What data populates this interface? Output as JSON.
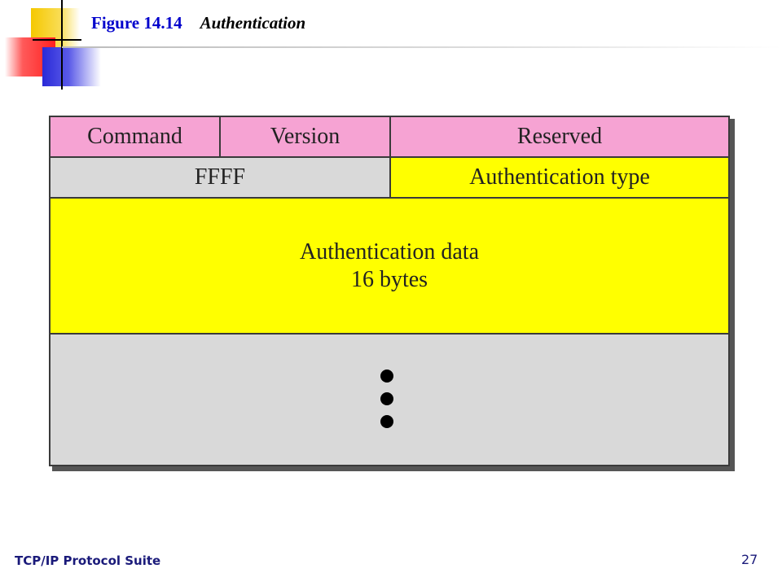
{
  "header": {
    "figure_number": "Figure 14.14",
    "figure_title": "Authentication"
  },
  "diagram": {
    "row1": [
      "Command",
      "Version",
      "Reserved"
    ],
    "row2": [
      "FFFF",
      "Authentication type"
    ],
    "row3_line1": "Authentication data",
    "row3_line2": "16 bytes"
  },
  "footer": {
    "text": "TCP/IP Protocol Suite",
    "page_number": "27"
  },
  "colors": {
    "pink": "#f6a3d3",
    "yellow": "#ffff00",
    "gray": "#d9d9d9",
    "title_blue": "#0000cc"
  }
}
